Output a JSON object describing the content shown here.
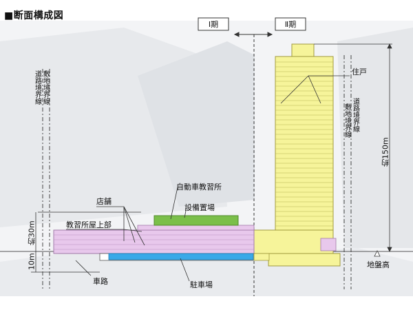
{
  "title": "■断面構成図",
  "phases": {
    "phase1": "Ⅰ期",
    "phase2": "Ⅱ期"
  },
  "labels": {
    "road_boundary_left_1": "敷地境界線",
    "road_boundary_left_2": "道路境界線",
    "road_boundary_right_1": "敷地境界線",
    "road_boundary_right_2": "道路境界線",
    "residence": "住戸",
    "driving_school": "自動車教習所",
    "equipment_yard": "設備置場",
    "shops": "店舗",
    "school_roof": "教習所屋上部",
    "road": "車路",
    "parking": "駐車場",
    "ground_level": "地盤高",
    "height_150": "約150m",
    "height_30": "約30m",
    "depth_10": "10m"
  },
  "colors": {
    "tower": "#f6f49a",
    "tower_line": "#a09a3c",
    "podium": "#e8c8ec",
    "green_roof": "#7bbf4a",
    "parking": "#3aa9e8",
    "gray_bg": "#eceef1"
  }
}
